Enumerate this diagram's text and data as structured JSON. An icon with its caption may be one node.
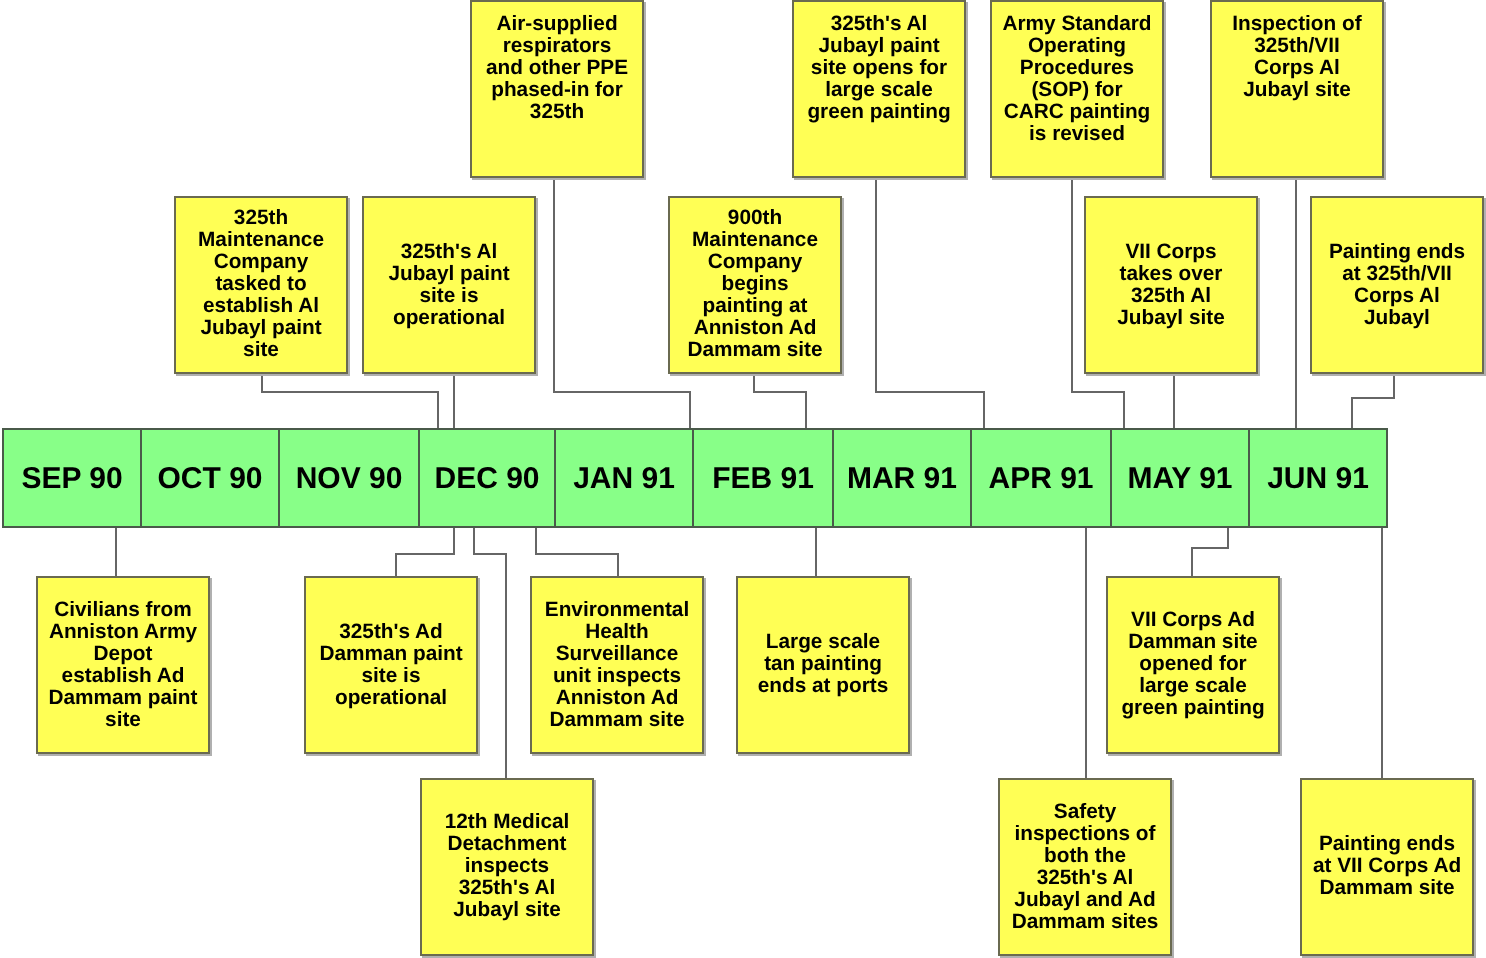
{
  "diagram": {
    "nodes": [
      {
        "text": [
          "SEP 90"
        ]
      },
      {
        "text": [
          "OCT 90"
        ]
      },
      {
        "text": [
          "NOV 90"
        ]
      },
      {
        "text": [
          "DEC 90"
        ]
      },
      {
        "text": [
          "JAN 91"
        ]
      },
      {
        "text": [
          "FEB 91"
        ]
      },
      {
        "text": [
          "MAR 91"
        ]
      },
      {
        "text": [
          "APR 91"
        ]
      },
      {
        "text": [
          "MAY 91"
        ]
      },
      {
        "text": [
          "JUN 91"
        ]
      },
      {
        "text": [
          "Air-supplied respirators and other PPE phased-in for 325th"
        ]
      },
      {
        "text": [
          "325th's Al Jubayl paint site opens for large scale green painting"
        ]
      },
      {
        "text": [
          "Army Standard Operating Procedures (SOP) for CARC painting is revised"
        ]
      },
      {
        "text": [
          "Inspection of 325th/VII Corps Al Jubayl site"
        ]
      },
      {
        "text": [
          "325th Maintenance Company tasked to establish Al Jubayl paint site"
        ]
      },
      {
        "text": [
          "325th's Al Jubayl paint site is operational"
        ]
      },
      {
        "text": [
          "900th Maintenance Company begins painting at Anniston Ad Dammam site"
        ]
      },
      {
        "text": [
          "VII Corps takes over 325th Al Jubayl site"
        ]
      },
      {
        "text": [
          "Painting ends at 325th/VII Corps Al Jubayl"
        ]
      },
      {
        "text": [
          "Civilians from Anniston Army Depot establish Ad Dammam paint site"
        ]
      },
      {
        "text": [
          "325th's Ad Damman paint site is operational"
        ]
      },
      {
        "text": [
          "Environmental Health Surveillance unit inspects Anniston Ad Dammam site"
        ]
      },
      {
        "text": [
          "Large scale tan painting ends at ports"
        ]
      },
      {
        "text": [
          "VII Corps Ad Damman site opened for large scale green painting"
        ]
      },
      {
        "text": [
          "12th Medical Detachment inspects 325th's Al Jubayl site"
        ]
      },
      {
        "text": [
          "Safety inspections of both the 325th's Al Jubayl and Ad Dammam sites"
        ]
      },
      {
        "text": [
          "Painting ends at VII Corps Ad Dammam site"
        ]
      }
    ],
    "edges": [
      {
        "from": 10,
        "to": 4,
        "arrow": "none"
      },
      {
        "from": 11,
        "to": 7,
        "arrow": "none"
      },
      {
        "from": 12,
        "to": 8,
        "arrow": "none"
      },
      {
        "from": 13,
        "to": 9,
        "arrow": "none"
      },
      {
        "from": 14,
        "to": 3,
        "arrow": "none"
      },
      {
        "from": 15,
        "to": 3,
        "arrow": "none"
      },
      {
        "from": 16,
        "to": 5,
        "arrow": "none"
      },
      {
        "from": 17,
        "to": 8,
        "arrow": "none"
      },
      {
        "from": 18,
        "to": 9,
        "arrow": "none"
      },
      {
        "from": 19,
        "to": 0,
        "arrow": "none"
      },
      {
        "from": 20,
        "to": 3,
        "arrow": "none"
      },
      {
        "from": 21,
        "to": 3,
        "arrow": "none"
      },
      {
        "from": 22,
        "to": 5,
        "arrow": "none"
      },
      {
        "from": 23,
        "to": 8,
        "arrow": "none"
      },
      {
        "from": 24,
        "to": 3,
        "arrow": "none"
      },
      {
        "from": 25,
        "to": 7,
        "arrow": "none"
      },
      {
        "from": 26,
        "to": 9,
        "arrow": "none"
      }
    ]
  }
}
